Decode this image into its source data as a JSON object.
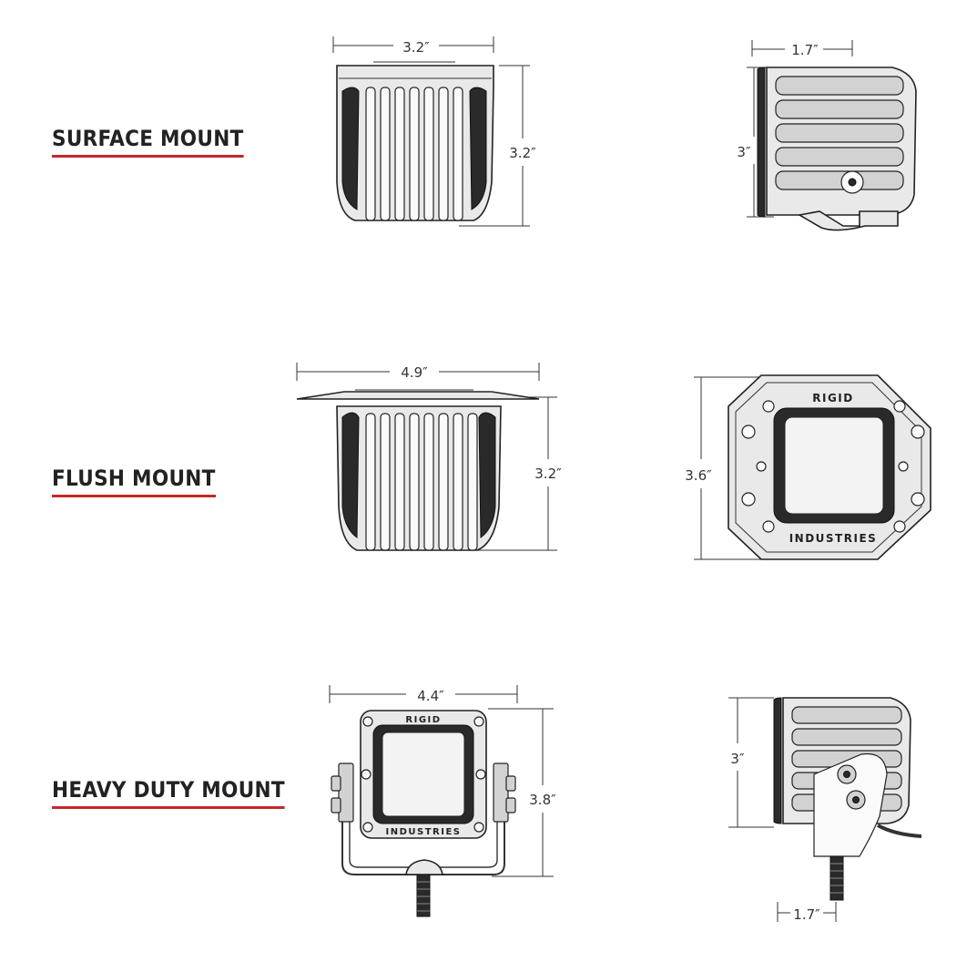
{
  "sections": {
    "surface": {
      "title": "SURFACE MOUNT",
      "front_width": "3.2″",
      "front_height": "3.2″",
      "side_depth": "1.7″",
      "side_height": "3″"
    },
    "flush": {
      "title": "FLUSH MOUNT",
      "flange_width": "4.9″",
      "body_height": "3.2″",
      "face_height": "3.6″",
      "brand_top": "RIGID",
      "brand_bottom": "INDUSTRIES"
    },
    "heavy_duty": {
      "title": "HEAVY DUTY MOUNT",
      "front_width": "4.4″",
      "front_height": "3.8″",
      "side_height": "3″",
      "side_depth": "1.7″",
      "brand_top": "RIGID",
      "brand_bottom": "INDUSTRIES"
    }
  },
  "colors": {
    "accent_underline": "#c62828",
    "ink": "#222222",
    "body": "#e9e9e9"
  }
}
